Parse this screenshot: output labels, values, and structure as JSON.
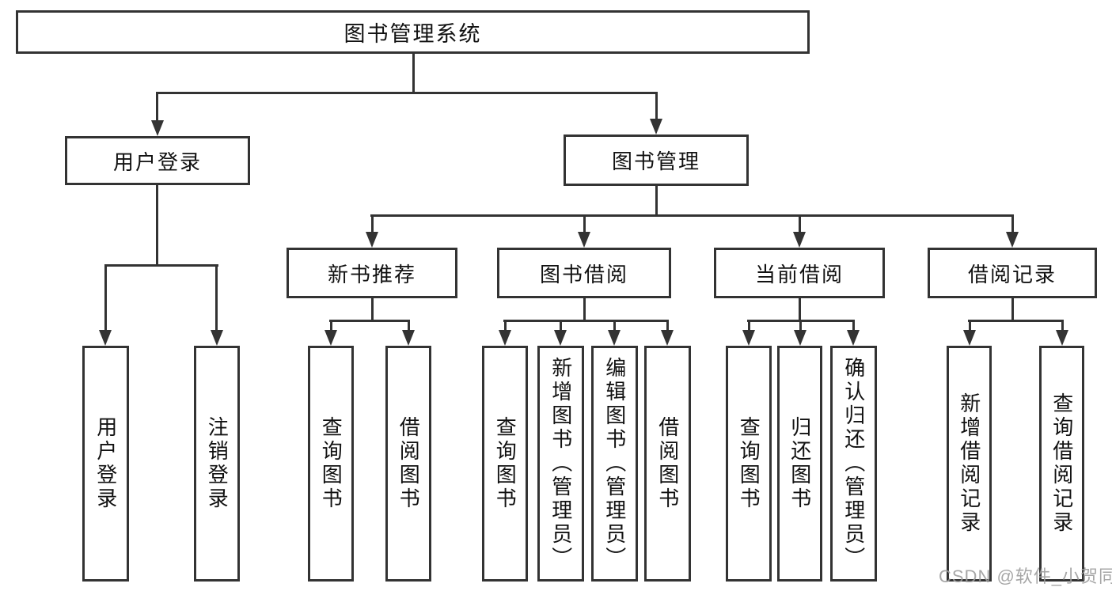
{
  "nodes": {
    "root": "图书管理系统",
    "user_login": "用户登录",
    "book_mgmt": "图书管理",
    "new_books": "新书推荐",
    "book_borrow": "图书借阅",
    "current_borrow": "当前借阅",
    "borrow_records": "借阅记录",
    "leaf_user_login": "用户登录",
    "leaf_logout": "注销登录",
    "leaf_nb_query": "查询图书",
    "leaf_nb_borrow": "借阅图书",
    "leaf_bb_query": "查询图书",
    "leaf_bb_add": "新增图书（管理员）",
    "leaf_bb_edit": "编辑图书（管理员）",
    "leaf_bb_borrow": "借阅图书",
    "leaf_cb_query": "查询图书",
    "leaf_cb_return": "归还图书",
    "leaf_cb_confirm": "确认归还（管理员）",
    "leaf_rec_add": "新增借阅记录",
    "leaf_rec_query": "查询借阅记录"
  },
  "watermark": "CSDN @软件_小贺同学",
  "colors": {
    "line": "#333333",
    "box_background": "#ffffff",
    "text": "#111111",
    "watermark": "#9e9e9e"
  }
}
